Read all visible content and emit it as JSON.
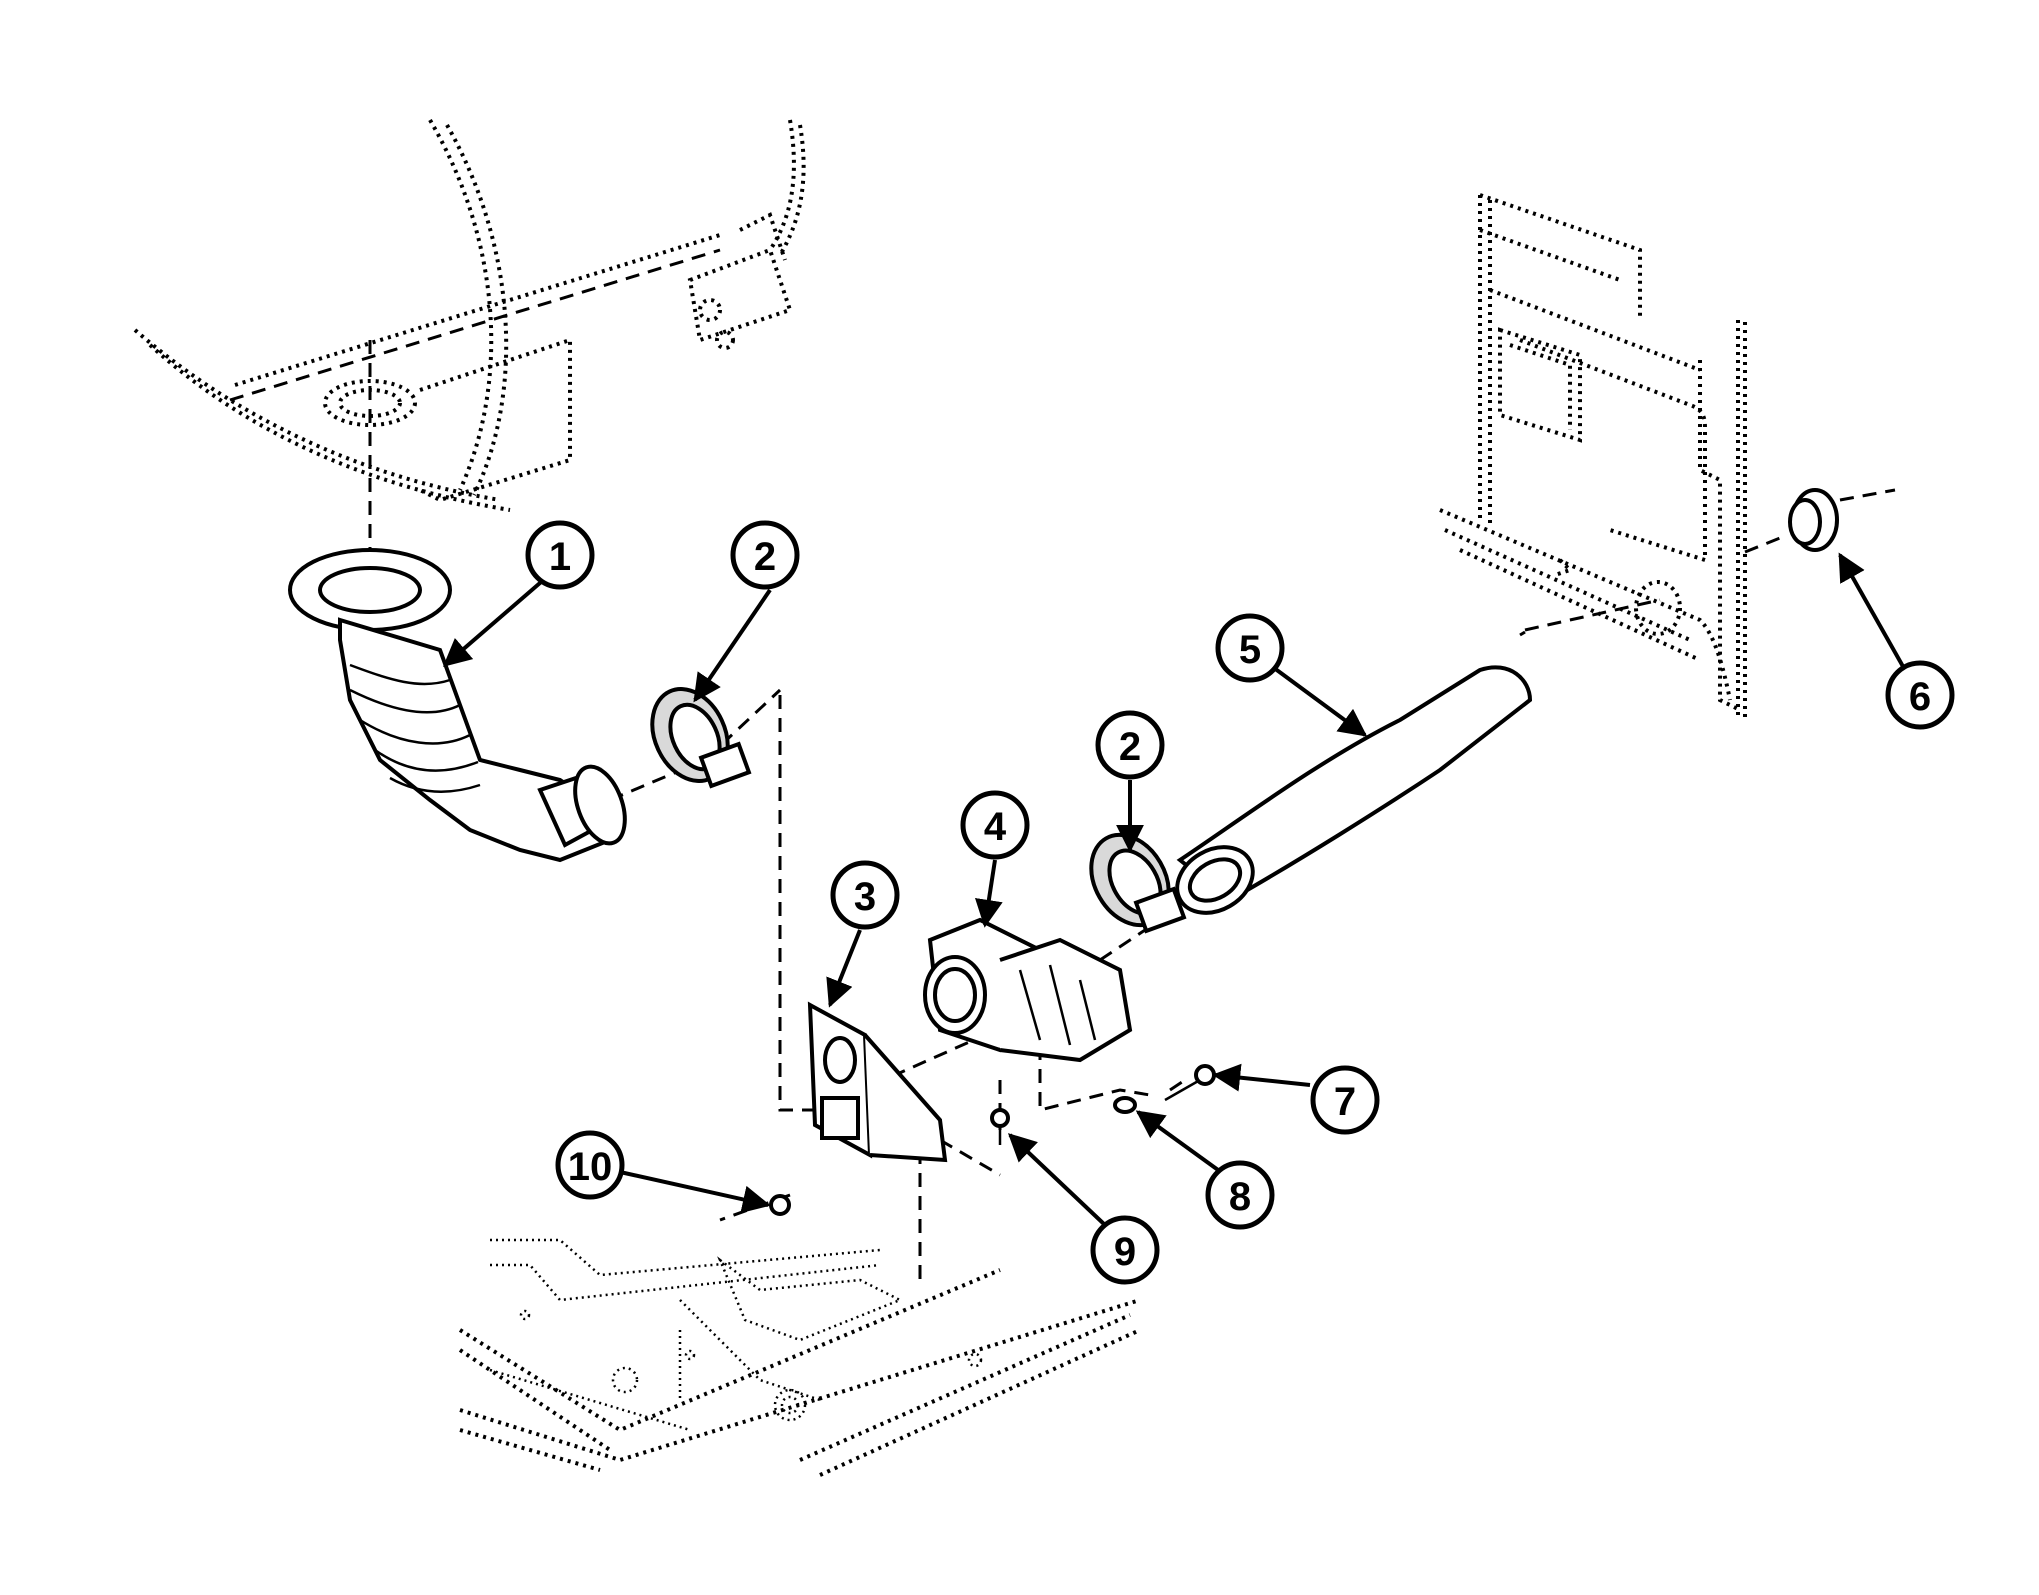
{
  "callouts": [
    {
      "id": "c1",
      "label": "1"
    },
    {
      "id": "c2a",
      "label": "2"
    },
    {
      "id": "c2b",
      "label": "2"
    },
    {
      "id": "c3",
      "label": "3"
    },
    {
      "id": "c4",
      "label": "4"
    },
    {
      "id": "c5",
      "label": "5"
    },
    {
      "id": "c6",
      "label": "6"
    },
    {
      "id": "c7",
      "label": "7"
    },
    {
      "id": "c8",
      "label": "8"
    },
    {
      "id": "c9",
      "label": "9"
    },
    {
      "id": "c10",
      "label": "10"
    }
  ]
}
